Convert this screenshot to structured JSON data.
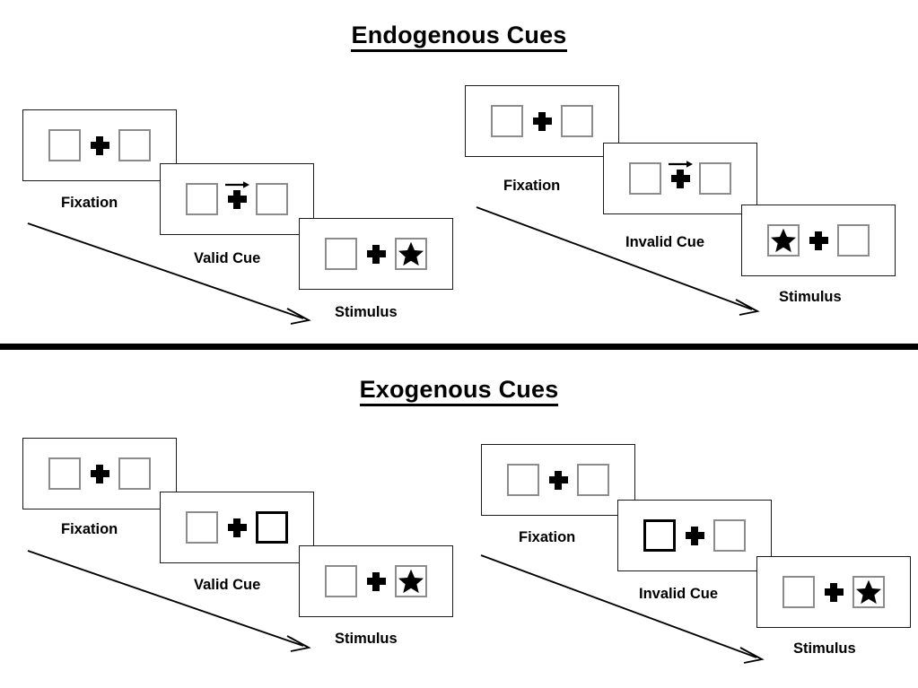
{
  "figure": {
    "title_endogenous": "Endogenous Cues",
    "title_exogenous": "Exogenous Cues",
    "colors": {
      "ink": "#000000",
      "panel_border": "#1a1a1a",
      "box_border": "#8c8c8c",
      "box_highlight": "#000000",
      "background": "#ffffff"
    }
  },
  "sections": [
    {
      "id": "endogenous",
      "title": "Endogenous Cues",
      "cue_type": "arrow",
      "sequences": [
        {
          "id": "endogenous-valid",
          "condition": "valid",
          "frames": [
            {
              "label": "Fixation",
              "left_box": "empty",
              "right_box": "empty",
              "cue": "none"
            },
            {
              "label": "Valid Cue",
              "left_box": "empty",
              "right_box": "empty",
              "cue": "arrow-right"
            },
            {
              "label": "Stimulus",
              "left_box": "empty",
              "right_box": "star",
              "cue": "none"
            }
          ]
        },
        {
          "id": "endogenous-invalid",
          "condition": "invalid",
          "frames": [
            {
              "label": "Fixation",
              "left_box": "empty",
              "right_box": "empty",
              "cue": "none"
            },
            {
              "label": "Invalid Cue",
              "left_box": "empty",
              "right_box": "empty",
              "cue": "arrow-right"
            },
            {
              "label": "Stimulus",
              "left_box": "star",
              "right_box": "empty",
              "cue": "none"
            }
          ]
        }
      ]
    },
    {
      "id": "exogenous",
      "title": "Exogenous Cues",
      "cue_type": "box-flash",
      "sequences": [
        {
          "id": "exogenous-valid",
          "condition": "valid",
          "frames": [
            {
              "label": "Fixation",
              "left_box": "empty",
              "right_box": "empty",
              "cue": "none"
            },
            {
              "label": "Valid Cue",
              "left_box": "empty",
              "right_box": "highlight",
              "cue": "none"
            },
            {
              "label": "Stimulus",
              "left_box": "empty",
              "right_box": "star",
              "cue": "none"
            }
          ]
        },
        {
          "id": "exogenous-invalid",
          "condition": "invalid",
          "frames": [
            {
              "label": "Fixation",
              "left_box": "empty",
              "right_box": "empty",
              "cue": "none"
            },
            {
              "label": "Invalid Cue",
              "left_box": "highlight",
              "right_box": "empty",
              "cue": "none"
            },
            {
              "label": "Stimulus",
              "left_box": "empty",
              "right_box": "star",
              "cue": "none"
            }
          ]
        }
      ]
    }
  ],
  "labels": {
    "fixation": "Fixation",
    "valid_cue": "Valid Cue",
    "invalid_cue": "Invalid Cue",
    "stimulus": "Stimulus"
  },
  "icons": {
    "fixation_cross": "plus-icon",
    "cue_arrow": "arrow-right-icon",
    "target": "star-icon",
    "time_flow": "diagonal-arrow-icon"
  }
}
